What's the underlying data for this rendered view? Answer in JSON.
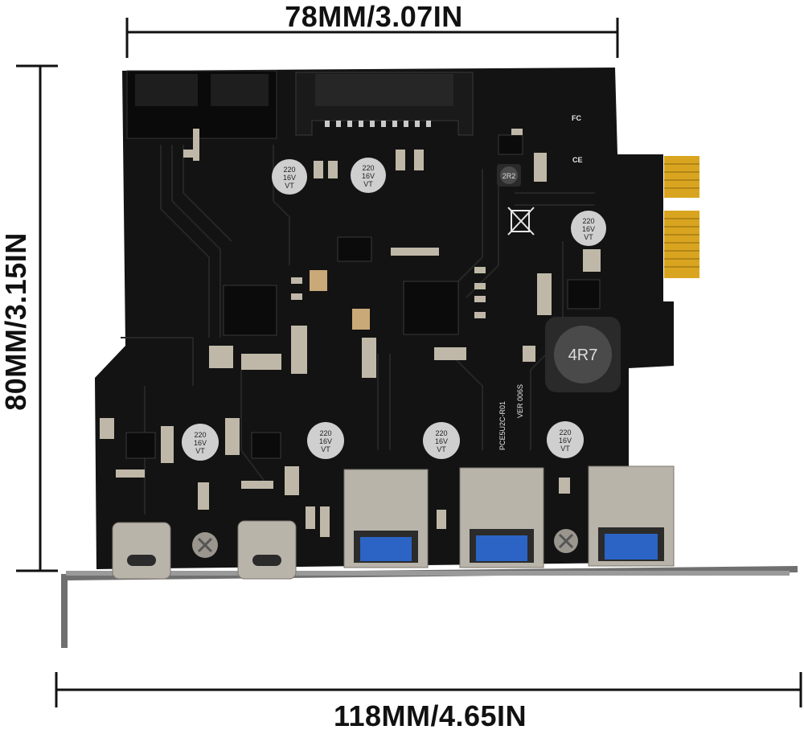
{
  "dimensions": {
    "top": "78MM/3.07IN",
    "left": "80MM/3.15IN",
    "bottom": "118MM/4.65IN"
  },
  "board": {
    "model": "PCE5U2C-R01",
    "version": "VER 006S",
    "inductor_large": "4R7",
    "inductor_small": "2R2",
    "cap_label": [
      "220",
      "16V",
      "VT"
    ],
    "fcc_mark": "FC",
    "ce_mark": "CE"
  },
  "colors": {
    "pcb": "#131313",
    "trace": "#262626",
    "gold": "#d9a520",
    "metal": "#b9b4aa",
    "usb_blue": "#2b64c5",
    "bracket": "#6a6a6a"
  }
}
